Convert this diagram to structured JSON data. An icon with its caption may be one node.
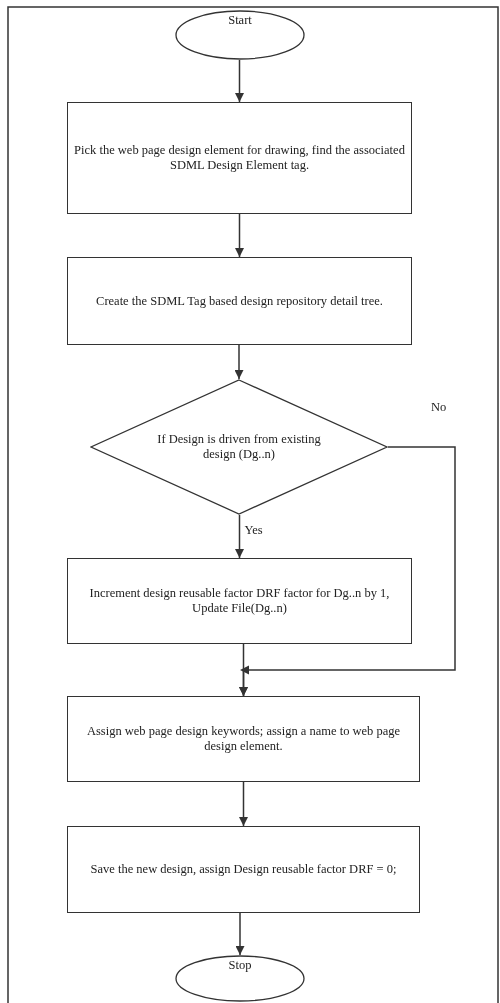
{
  "diagram": {
    "nodes": [
      {
        "text": [
          "Start"
        ]
      },
      {
        "text": [
          "Pick the web page design element for drawing, find the associated SDML Design Element tag."
        ]
      },
      {
        "text": [
          "Create the SDML Tag based design repository detail tree."
        ]
      },
      {
        "text": [
          "If Design is driven from existing design (Dg..n)"
        ]
      },
      {
        "text": [
          "Increment design reusable factor DRF factor for Dg..n by 1, Update File(Dg..n)"
        ]
      },
      {
        "text": [
          "Assign web page design keywords; assign a name to web page design element."
        ]
      },
      {
        "text": [
          "Save the new design, assign Design reusable factor DRF = 0;"
        ]
      },
      {
        "text": [
          "Stop"
        ]
      }
    ],
    "edges": [
      {
        "from": 0,
        "to": 1,
        "arrow": "to"
      },
      {
        "from": 1,
        "to": 2,
        "arrow": "to"
      },
      {
        "from": 2,
        "to": 3,
        "arrow": "to"
      },
      {
        "from": 3,
        "to": 4,
        "arrow": "to",
        "label": "Yes"
      },
      {
        "from": 4,
        "to": 5,
        "arrow": "to"
      },
      {
        "from": 3,
        "to": 5,
        "arrow": "to",
        "label": "No"
      },
      {
        "from": 5,
        "to": 6,
        "arrow": "to"
      },
      {
        "from": 6,
        "to": 7,
        "arrow": "to"
      }
    ]
  }
}
